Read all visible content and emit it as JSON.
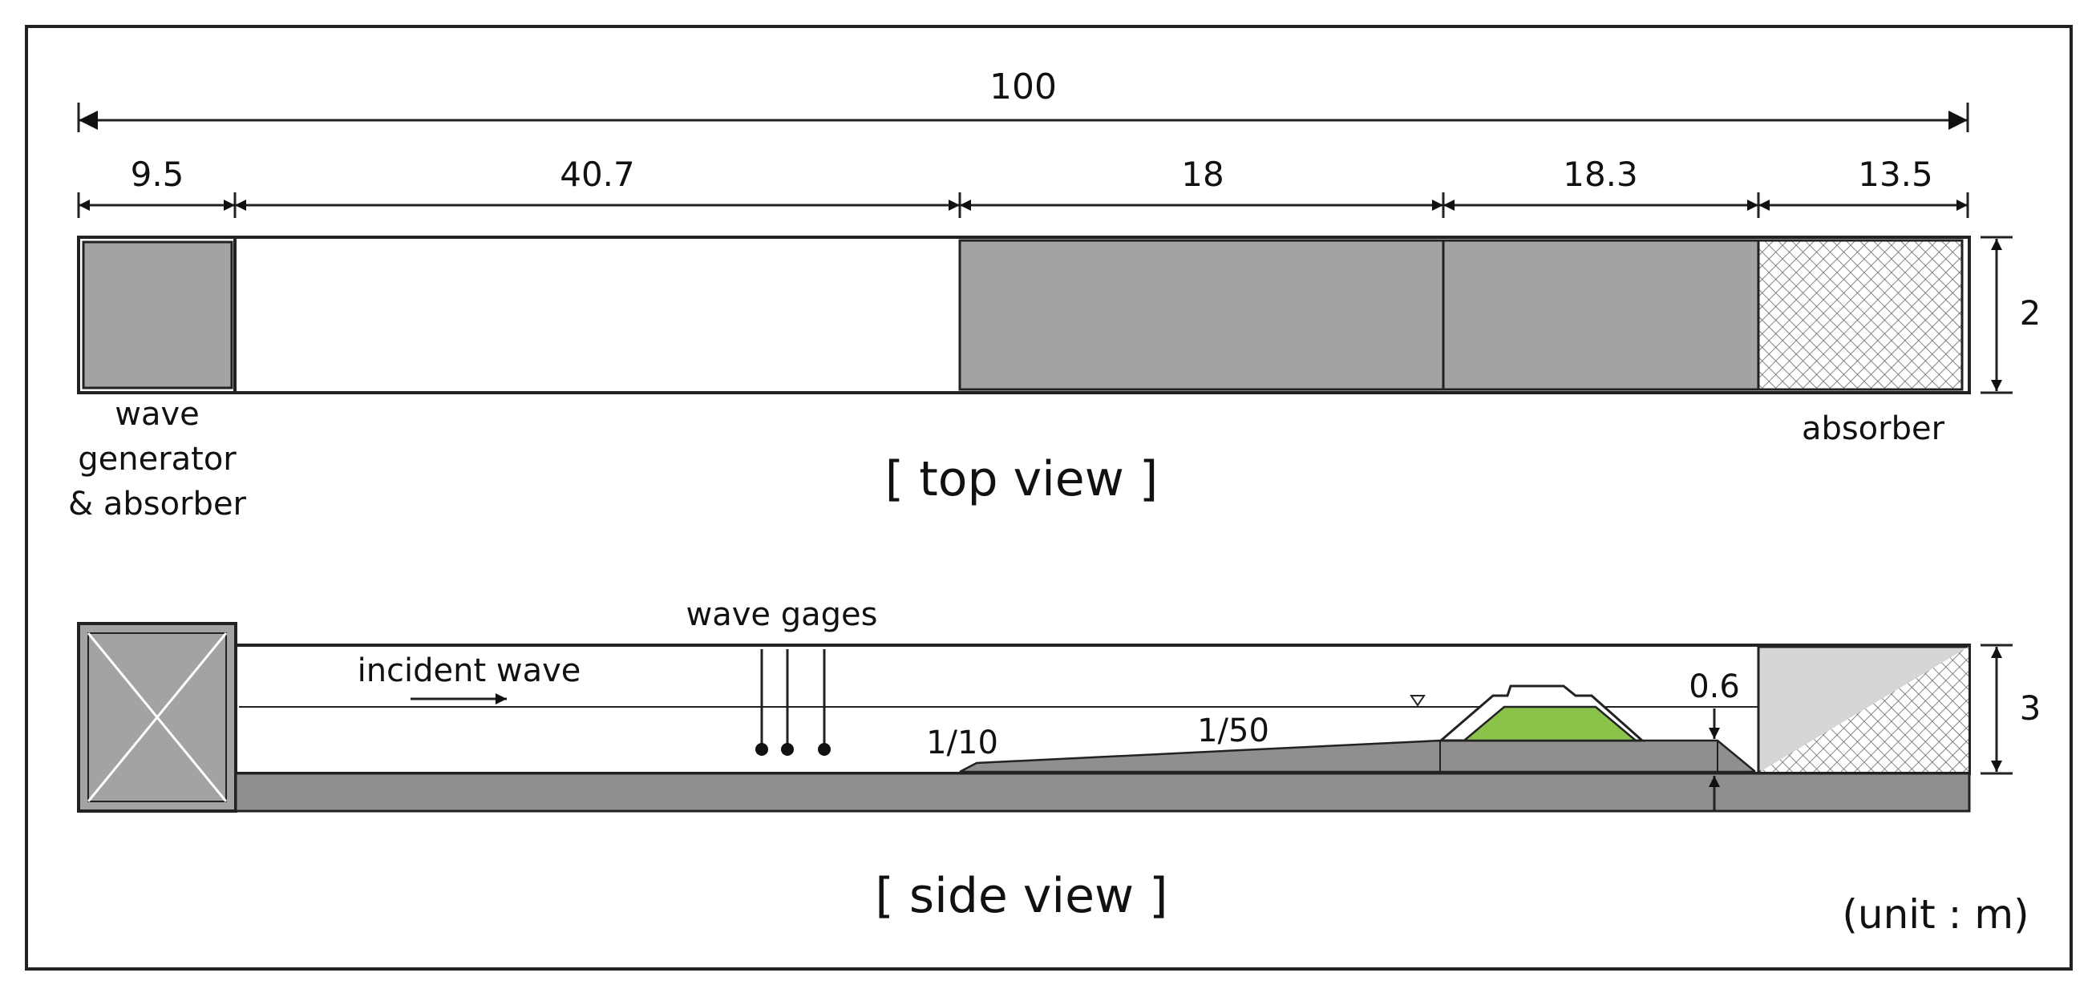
{
  "dimensions": {
    "total": "100",
    "segments": [
      "9.5",
      "40.7",
      "18",
      "18.3",
      "13.5"
    ],
    "width": "2",
    "depth": "3",
    "water_depth": "0.6"
  },
  "labels": {
    "wave_generator_lines": [
      "wave",
      "generator",
      "& absorber"
    ],
    "absorber": "absorber",
    "top_view": "[ top view ]",
    "side_view": "[ side view ]",
    "wave_gages": "wave gages",
    "incident_wave": "incident wave",
    "slope_1": "1/10",
    "slope_2": "1/50",
    "unit": "(unit : m)"
  },
  "colors": {
    "dark_gray": "#a3a3a3",
    "floor_gray": "#8f8f8f",
    "light_gray": "#d6d6d6",
    "structure_green": "#8bc34a",
    "line": "#222222"
  }
}
